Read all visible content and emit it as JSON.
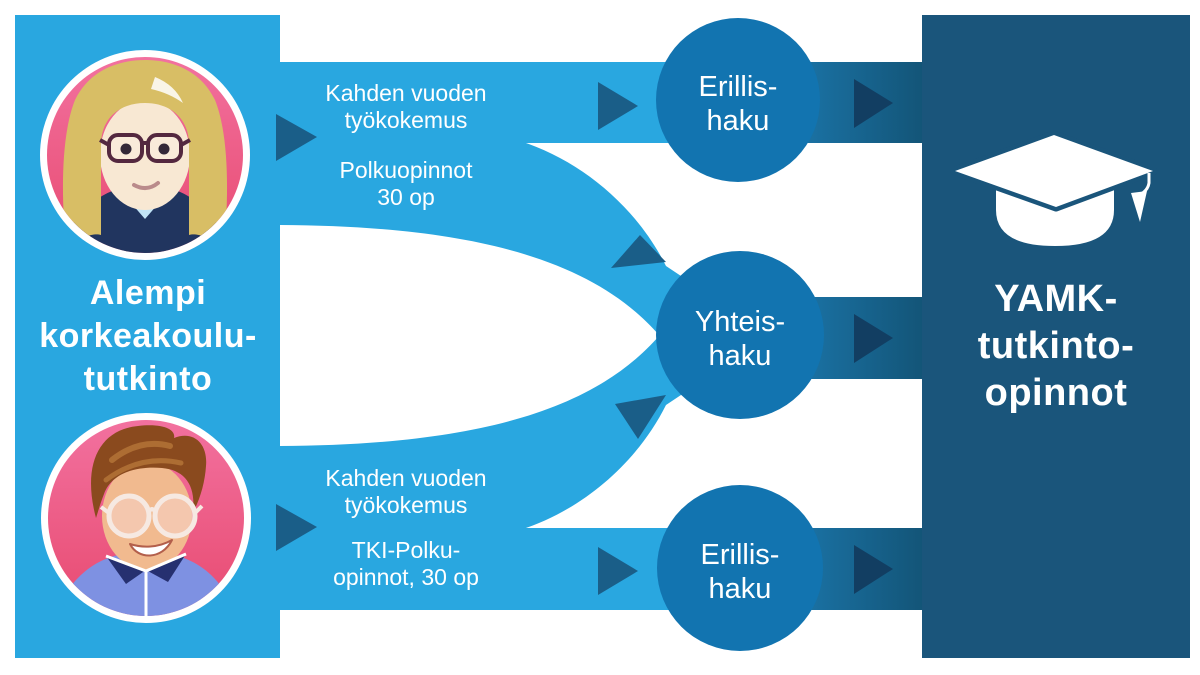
{
  "diagram": {
    "left_panel": {
      "title": "Alempi\nkorkeakoulu-\ntutkinto"
    },
    "right_panel": {
      "title": "YAMK-\ntutkinto-\nopinnot"
    },
    "flows": {
      "top": {
        "requirement": "Kahden vuoden\ntyökokemus",
        "studies": "Polkuopinnot\n30 op",
        "application": "Erillis-\nhaku"
      },
      "middle": {
        "application": "Yhteis-\nhaku"
      },
      "bottom": {
        "requirement": "Kahden vuoden\ntyökokemus",
        "studies": "TKI-Polku-\nopinnot, 30 op",
        "application": "Erillis-\nhaku"
      }
    },
    "icons": {
      "left_top": "female-student-avatar",
      "left_bottom": "male-student-avatar",
      "right": "graduation-cap-icon",
      "flow": "arrow-right-icon"
    },
    "colors": {
      "light_blue": "#29A7E0",
      "circle_blue": "#1274B0",
      "band_gradient_start": "#1E81BB",
      "band_gradient_end": "#135578",
      "right_panel_blue": "#1A557B",
      "arrow_on_light": "#1A5E88",
      "arrow_on_dark": "#123E62",
      "avatar_pink_top": "#F2719F",
      "avatar_pink_bottom": "#E84A70",
      "text": "#FFFFFF"
    }
  }
}
